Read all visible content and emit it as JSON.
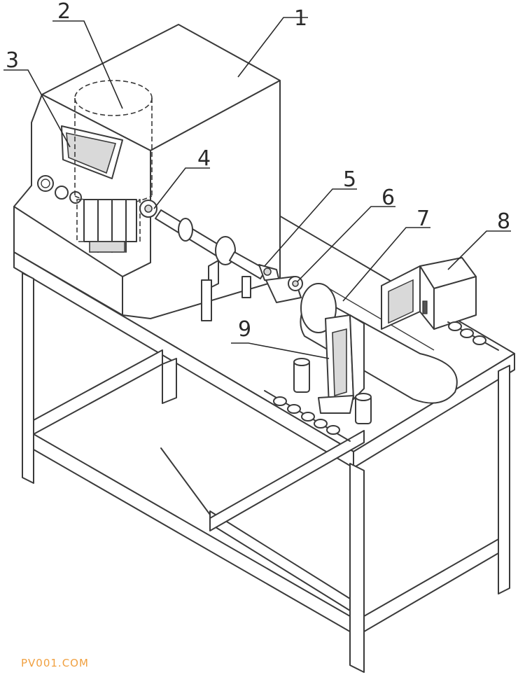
{
  "diagram": {
    "callouts": [
      {
        "id": "callout-1",
        "label": "1"
      },
      {
        "id": "callout-2",
        "label": "2"
      },
      {
        "id": "callout-3",
        "label": "3"
      },
      {
        "id": "callout-4",
        "label": "4"
      },
      {
        "id": "callout-5",
        "label": "5"
      },
      {
        "id": "callout-6",
        "label": "6"
      },
      {
        "id": "callout-7",
        "label": "7"
      },
      {
        "id": "callout-8",
        "label": "8"
      },
      {
        "id": "callout-9",
        "label": "9"
      }
    ]
  },
  "watermark": {
    "text": "PV001.COM",
    "color": "#f0a040"
  },
  "colors": {
    "line": "#3a3a3a",
    "background": "#ffffff"
  }
}
